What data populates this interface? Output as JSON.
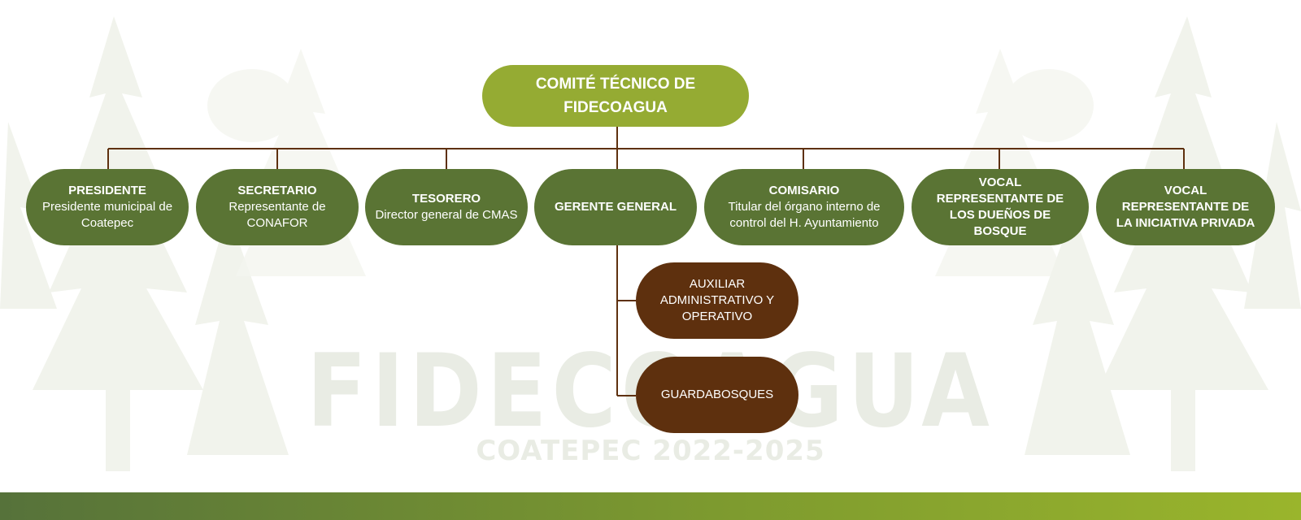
{
  "watermark": {
    "main": "FIDECOAGUA",
    "sub": "COATEPEC 2022-2025"
  },
  "colors": {
    "root": "#95ab33",
    "member": "#5a7434",
    "staff": "#5e300e",
    "connector": "#5e300e",
    "footer_start": "#56723a",
    "footer_end": "#9ab52c"
  },
  "root": {
    "title": "COMITÉ TÉCNICO DE FIDECOAGUA"
  },
  "members": [
    {
      "title": "PRESIDENTE",
      "desc": "Presidente municipal de Coatepec"
    },
    {
      "title": "SECRETARIO",
      "desc": "Representante de CONAFOR"
    },
    {
      "title": "TESORERO",
      "desc": "Director general de CMAS"
    },
    {
      "title": "GERENTE GENERAL",
      "desc": ""
    },
    {
      "title": "COMISARIO",
      "desc": "Titular del órgano interno de control del H. Ayuntamiento"
    },
    {
      "title": "VOCAL REPRESENTANTE DE LOS DUEÑOS DE BOSQUE",
      "desc": ""
    },
    {
      "title": "VOCAL REPRESENTANTE DE LA INICIATIVA PRIVADA",
      "desc": ""
    }
  ],
  "staff": [
    {
      "label": "AUXILIAR ADMINISTRATIVO Y OPERATIVO"
    },
    {
      "label": "GUARDABOSQUES"
    }
  ]
}
